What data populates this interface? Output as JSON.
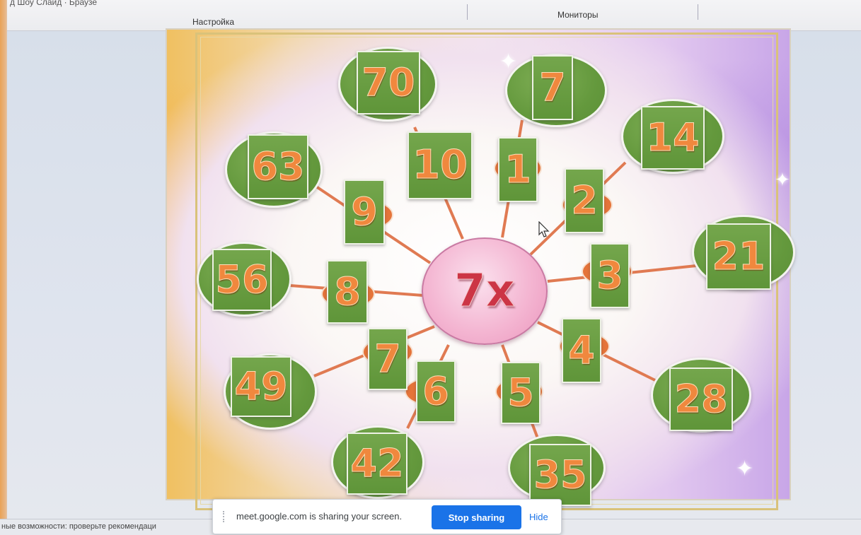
{
  "ribbon": {
    "menu_text": "д Шоу   Слайд   · Браузе",
    "settings_label": "Настройка",
    "monitors_label": "Мониторы"
  },
  "slide": {
    "center_label": "7x",
    "factors": [
      "1",
      "2",
      "3",
      "4",
      "5",
      "6",
      "7",
      "8",
      "9",
      "10"
    ],
    "products": [
      "7",
      "14",
      "21",
      "28",
      "35",
      "42",
      "49",
      "56",
      "63",
      "70"
    ]
  },
  "status": {
    "text": "ные возможности: проверьте рекомендаци"
  },
  "share_bar": {
    "message": "meet.google.com is sharing your screen.",
    "stop_label": "Stop sharing",
    "hide_label": "Hide"
  },
  "colors": {
    "card_green": "#64993d",
    "number_orange": "#f0883e",
    "center_pink": "#f4b6d2",
    "center_text": "#cc3545",
    "accent_blue": "#1a73e8"
  }
}
